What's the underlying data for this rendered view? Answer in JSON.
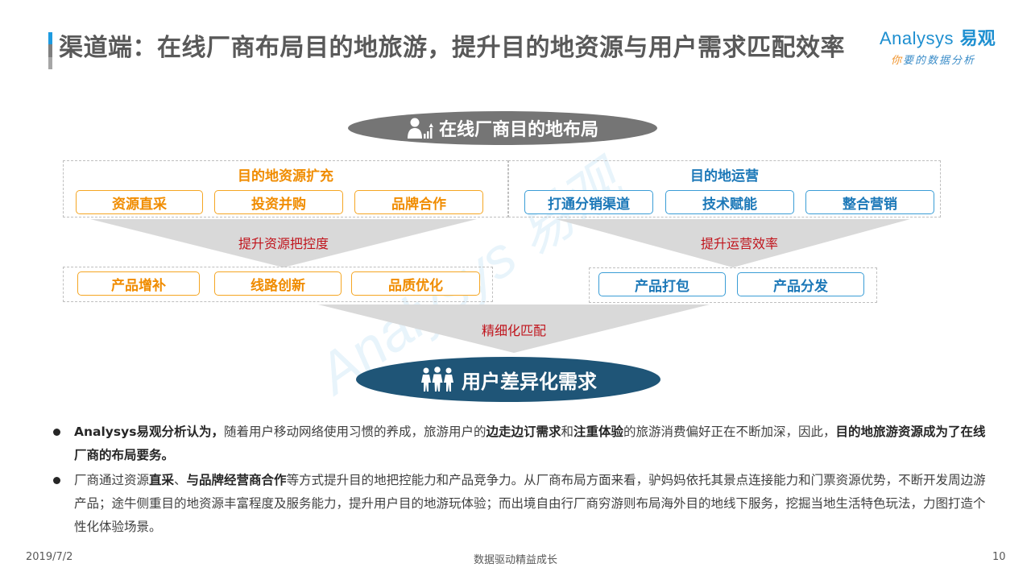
{
  "header": {
    "title": "渠道端：在线厂商布局目的地旅游，提升目的地资源与用户需求匹配效率",
    "logo": {
      "brand_en": "Analysys",
      "brand_cn": "易观",
      "slogan_first": "你",
      "slogan_rest": "要的数据分析"
    }
  },
  "diagram": {
    "top": {
      "icon": "businessman-growth-icon",
      "label": "在线厂商目的地布局"
    },
    "left_group": {
      "title": "目的地资源扩充",
      "items": [
        "资源直采",
        "投资并购",
        "品牌合作"
      ],
      "arrow_label": "提升资源把控度",
      "results": [
        "产品增补",
        "线路创新",
        "品质优化"
      ],
      "color": "#f08c00"
    },
    "right_group": {
      "title": "目的地运营",
      "items": [
        "打通分销渠道",
        "技术赋能",
        "整合营销"
      ],
      "arrow_label": "提升运营效率",
      "results": [
        "产品打包",
        "产品分发"
      ],
      "color": "#1c78b8"
    },
    "merge_label": "精细化匹配",
    "bottom": {
      "icon": "people-group-icon",
      "label": "用户差异化需求"
    },
    "watermark": "Analysys 易观"
  },
  "bullets": [
    {
      "segments": [
        {
          "text": "Analysys易观分析认为，",
          "bold": true
        },
        {
          "text": "随着用户移动网络使用习惯的养成，旅游用户的",
          "bold": false
        },
        {
          "text": "边走边订需求",
          "bold": true
        },
        {
          "text": "和",
          "bold": false
        },
        {
          "text": "注重体验",
          "bold": true
        },
        {
          "text": "的旅游消费偏好正在不断加深，因此，",
          "bold": false
        },
        {
          "text": "目的地旅游资源成为了在线厂商的布局要务。",
          "bold": true
        }
      ]
    },
    {
      "segments": [
        {
          "text": "厂商通过资源",
          "bold": false
        },
        {
          "text": "直采",
          "bold": true
        },
        {
          "text": "、",
          "bold": false
        },
        {
          "text": "与品牌经营商合作",
          "bold": true
        },
        {
          "text": "等方式提升目的地把控能力和产品竞争力。从厂商布局方面来看，驴妈妈依托其景点连接能力和门票资源优势，不断开发周边游产品；途牛侧重目的地资源丰富程度及服务能力，提升用户目的地游玩体验；而出境自由行厂商穷游则布局海外目的地线下服务，挖掘当地生活特色玩法，力图打造个性化体验场景。",
          "bold": false
        }
      ]
    }
  ],
  "footer": {
    "date": "2019/7/2",
    "center": "数据驱动精益成长",
    "page": "10"
  }
}
